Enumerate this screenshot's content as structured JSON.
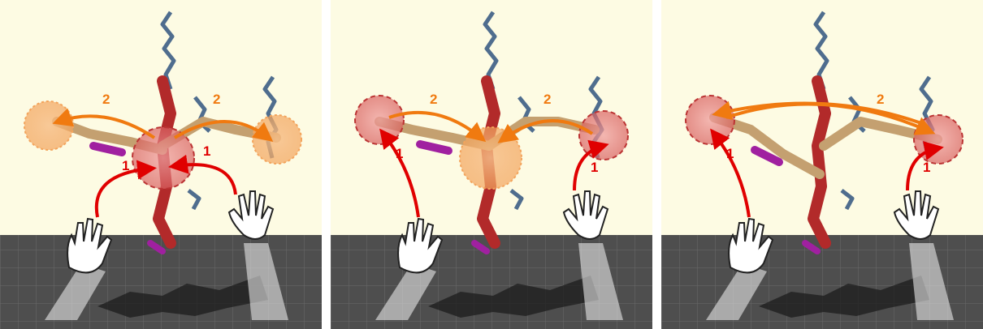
{
  "colors": {
    "background": "#fdfbe3",
    "floor": "#4a4a4a",
    "arrow_step1": "#e00000",
    "arrow_step2": "#f07a10",
    "target_red": "#d96060",
    "target_orange": "#f3a45c"
  },
  "panels": [
    {
      "label_step1_left": "1",
      "label_step1_right": "1",
      "label_step2_left": "2",
      "label_step2_right": "2"
    },
    {
      "label_step1_left": "1",
      "label_step1_right": "1",
      "label_step2_left": "2",
      "label_step2_right": "2"
    },
    {
      "label_step1_left": "1",
      "label_step1_right": "1",
      "label_step2": "2"
    }
  ]
}
